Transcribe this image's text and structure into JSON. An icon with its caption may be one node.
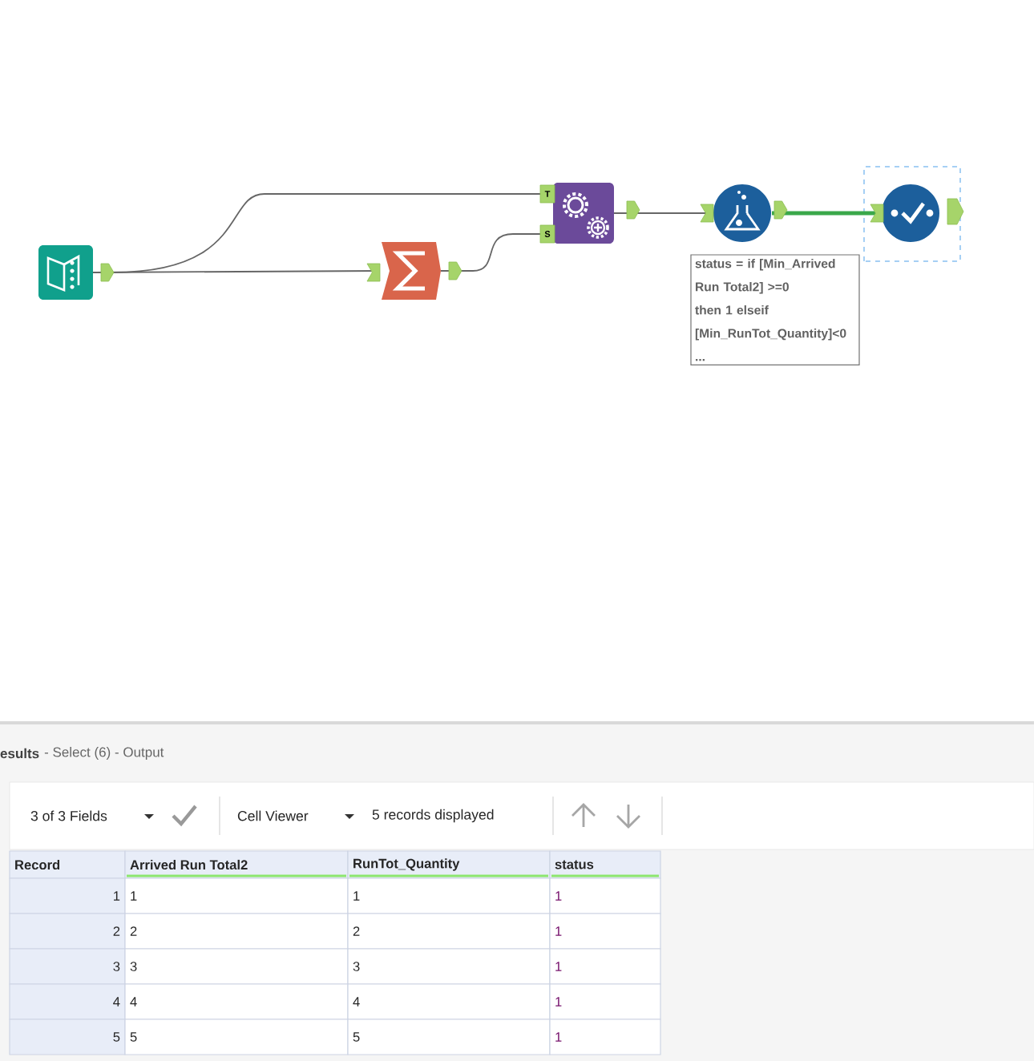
{
  "diagram": {
    "nodes": [
      {
        "text": [],
        "shape": "picture"
      },
      {
        "text": [],
        "shape": "picture"
      },
      {
        "text": [],
        "shape": "picture"
      },
      {
        "text": [],
        "shape": "picture"
      },
      {
        "text": [
          "status = if [Min_Arrived Run Total2] >=0 then 1 elseif [Min_RunTot_Quantity]<0 ..."
        ]
      },
      {
        "text": [],
        "shape": "picture"
      }
    ],
    "edges": [
      {
        "from": 0,
        "to": 2,
        "arrow": "none"
      },
      {
        "from": 0,
        "to": 1,
        "arrow": "none"
      },
      {
        "from": 1,
        "to": 2,
        "arrow": "none"
      },
      {
        "from": 2,
        "to": 3,
        "arrow": "none"
      },
      {
        "from": 3,
        "to": 5,
        "arrow": "none",
        "style": "thick",
        "color": "#3aa84a"
      }
    ],
    "labels": [
      "T",
      "S",
      "esults",
      "- Select (6) - Output",
      "3 of 3 Fields",
      "Cell Viewer",
      "5 records displayed",
      "Record",
      "Arrived Run Total2",
      "RunTot_Quantity",
      "status",
      "1",
      "1",
      "1",
      "1",
      "2",
      "2",
      "2",
      "1",
      "3",
      "3",
      "3",
      "1",
      "4",
      "4",
      "4",
      "1",
      "5",
      "5",
      "5",
      "1"
    ]
  }
}
